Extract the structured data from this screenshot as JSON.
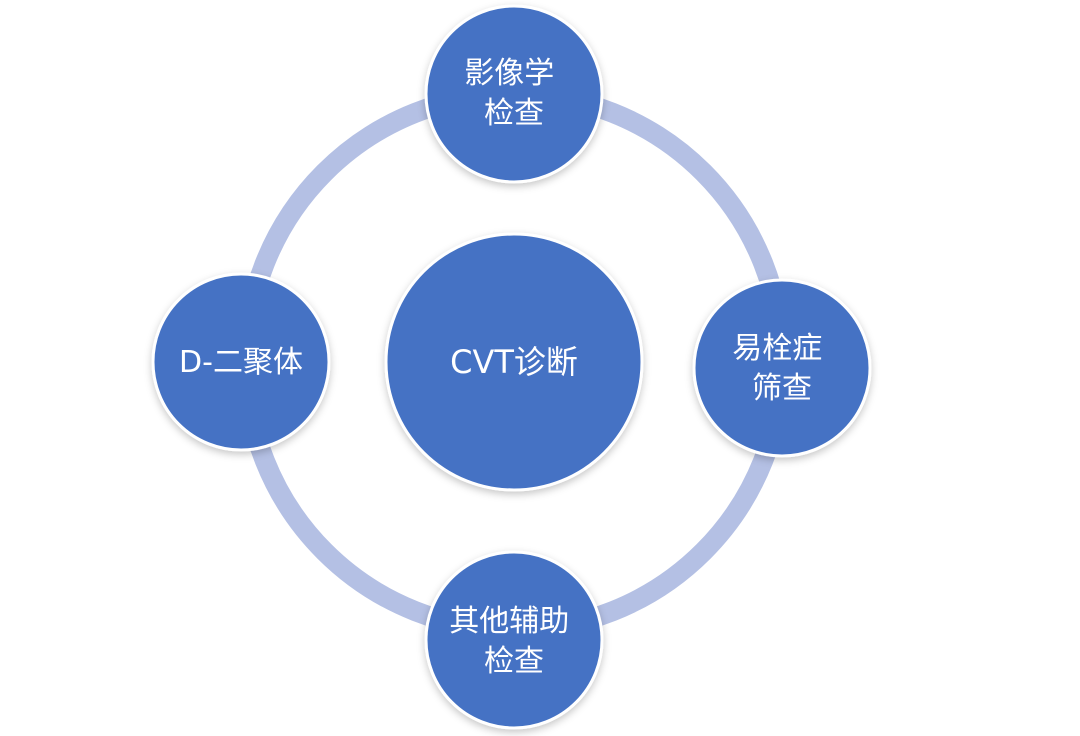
{
  "diagram": {
    "center": {
      "lines": [
        "CVT诊断"
      ]
    },
    "nodes": [
      {
        "id": "top",
        "lines": [
          "影像学",
          "检查"
        ]
      },
      {
        "id": "right",
        "lines": [
          "易栓症",
          "筛查"
        ]
      },
      {
        "id": "bottom",
        "lines": [
          "其他辅助",
          "检查"
        ]
      },
      {
        "id": "left",
        "lines": [
          "D-二聚体"
        ]
      }
    ],
    "colors": {
      "node_fill": "#4472C4",
      "node_stroke": "#FFFFFF",
      "ring": "#B4C0E4"
    }
  }
}
